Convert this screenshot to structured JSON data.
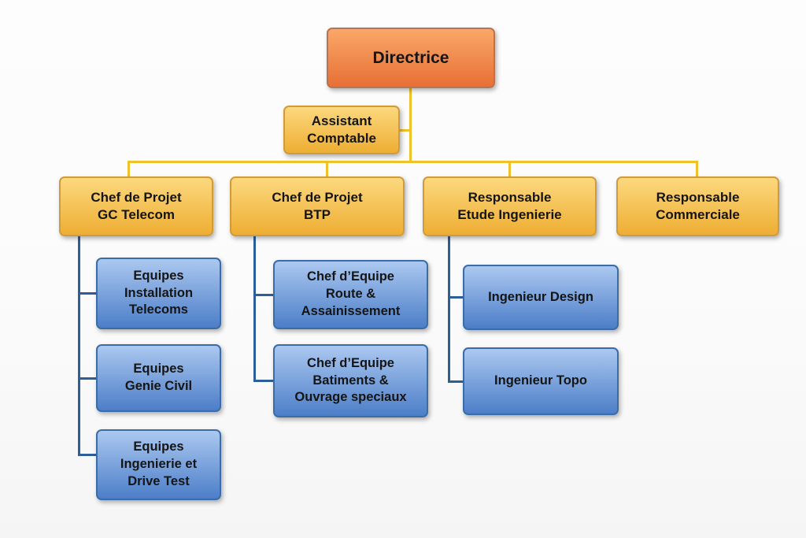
{
  "colors": {
    "orange-top": "#f9a869",
    "orange-bottom": "#e86f35",
    "orange-border": "#b97350",
    "gold-top": "#fcd87e",
    "gold-bottom": "#eeae33",
    "gold-border": "#d09b3a",
    "blue-top": "#abc8f0",
    "blue-bottom": "#4c7ec8",
    "blue-border": "#3a6ca8",
    "line-gold": "#eec228",
    "line-blue": "#2d5e9a"
  },
  "org": {
    "root": {
      "label": "Directrice"
    },
    "assistant": {
      "label": "Assistant\nComptable"
    },
    "managers": [
      {
        "label": "Chef de Projet\nGC Telecom"
      },
      {
        "label": "Chef de Projet\nBTP"
      },
      {
        "label": "Responsable\nEtude Ingenierie"
      },
      {
        "label": "Responsable\nCommerciale"
      }
    ],
    "gc_telecom_teams": [
      {
        "label": "Equipes\nInstallation\nTelecoms"
      },
      {
        "label": "Equipes\nGenie Civil"
      },
      {
        "label": "Equipes\nIngenierie et\nDrive Test"
      }
    ],
    "btp_teams": [
      {
        "label": "Chef d’Equipe\nRoute &\nAssainissement"
      },
      {
        "label": "Chef d’Equipe\nBatiments &\nOuvrage speciaux"
      }
    ],
    "ingenierie_teams": [
      {
        "label": "Ingenieur Design"
      },
      {
        "label": "Ingenieur Topo"
      }
    ]
  }
}
